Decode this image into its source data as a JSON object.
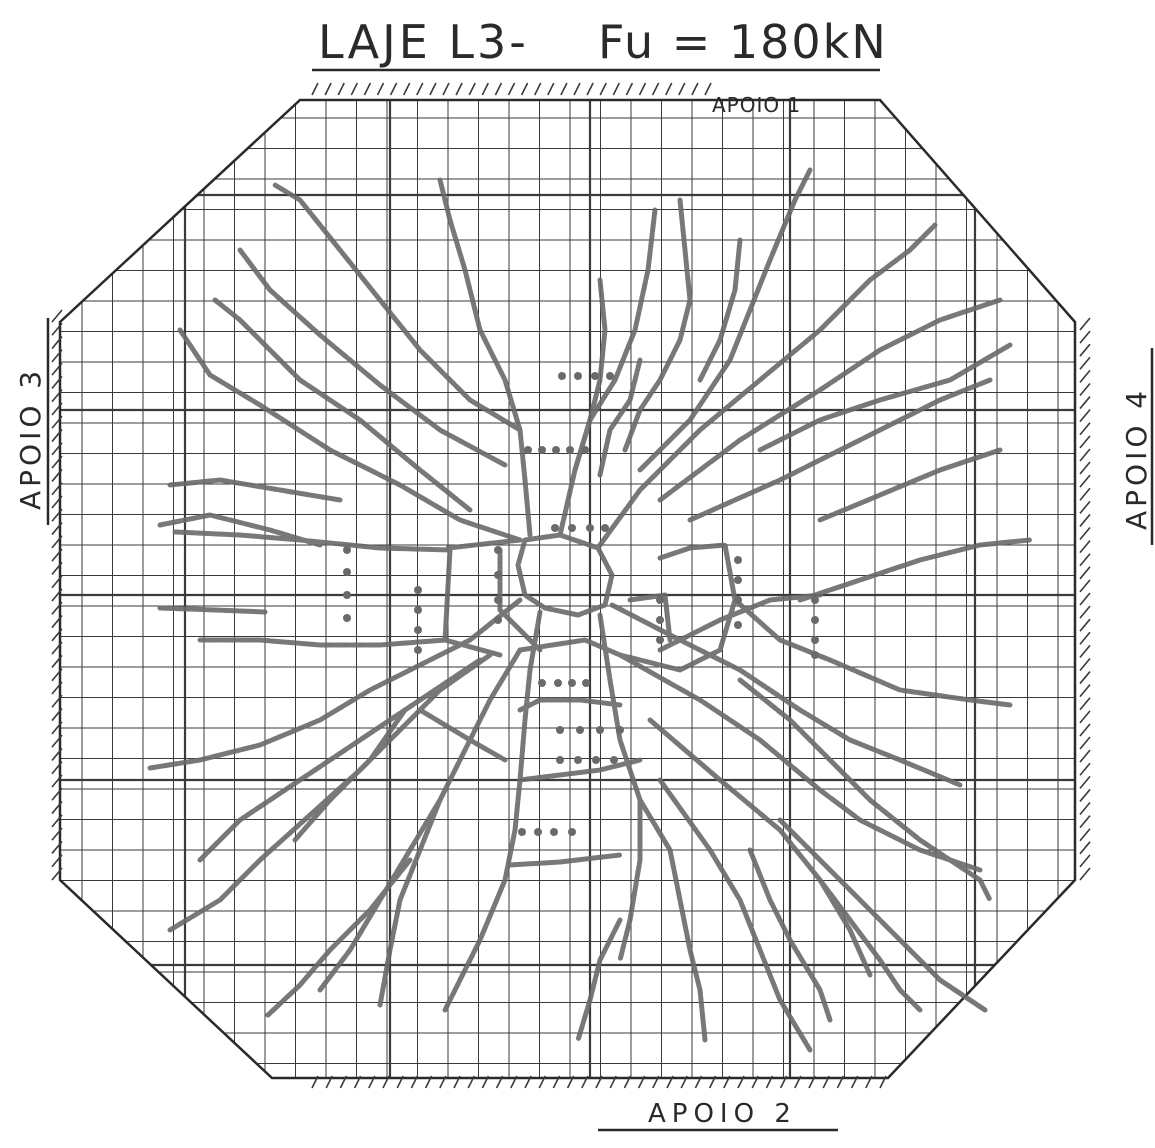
{
  "title": {
    "slab": "LAJE L3-",
    "load": "Fu = 180kN"
  },
  "supports": {
    "top": "APOIO 1",
    "bottom": "APOIO 2",
    "left": "APOIO 3",
    "right": "APOIO 4"
  },
  "colors": {
    "ink": "#2a2a2a",
    "crack": "#6a6a6a",
    "grid": "#3a3a3a"
  }
}
